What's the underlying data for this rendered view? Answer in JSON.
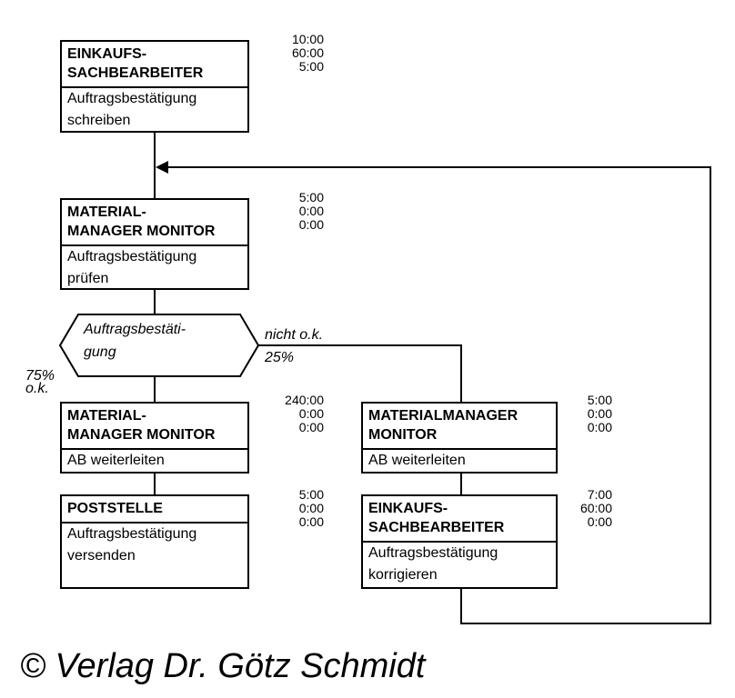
{
  "boxes": [
    {
      "role": "EINKAUFS-\nSACHBEARBEITER",
      "task": "Auftragsbestätigung\nschreiben",
      "times": "10:00\n60:00\n5:00"
    },
    {
      "role": "MATERIAL-\nMANAGER MONITOR",
      "task": "Auftragsbestätigung\nprüfen",
      "times": "5:00\n0:00\n0:00"
    },
    {
      "role": "MATERIAL-\nMANAGER MONITOR",
      "task": "AB weiterleiten",
      "times": "240:00\n0:00\n0:00"
    },
    {
      "role": "POSTSTELLE",
      "task": "Auftragsbestätigung\nversenden",
      "times": "5:00\n0:00\n0:00"
    },
    {
      "role": "MATERIALMANAGER\nMONITOR",
      "task": "AB weiterleiten",
      "times": "5:00\n0:00\n0:00"
    },
    {
      "role": "EINKAUFS-\nSACHBEARBEITER",
      "task": "Auftragsbestätigung\nkorrigieren",
      "times": "7:00\n60:00\n0:00"
    }
  ],
  "decision": {
    "text": "Auftragsbestäti-\ngung",
    "no_label": "nicht o.k.",
    "no_pct": "25%",
    "yes_label": "75%\no.k."
  },
  "copyright": "© Verlag Dr. Götz Schmidt"
}
